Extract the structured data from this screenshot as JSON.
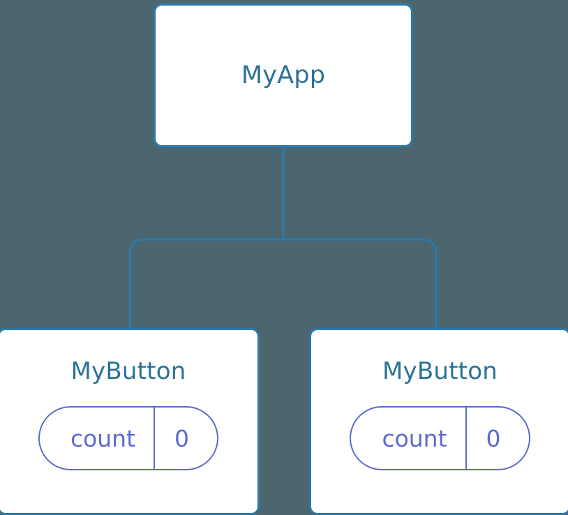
{
  "diagram": {
    "title": "component-tree",
    "background_color": "#4c6670",
    "node_border_color": "#2b7aad",
    "node_fill_color": "#ffffff",
    "node_text_color": "#2b7295",
    "edge_color": "#2b7aad",
    "pill_color": "#5b6ad0"
  },
  "root": {
    "label": "MyApp"
  },
  "children": [
    {
      "label": "MyButton",
      "state": {
        "key": "count",
        "value": "0"
      }
    },
    {
      "label": "MyButton",
      "state": {
        "key": "count",
        "value": "0"
      }
    }
  ]
}
